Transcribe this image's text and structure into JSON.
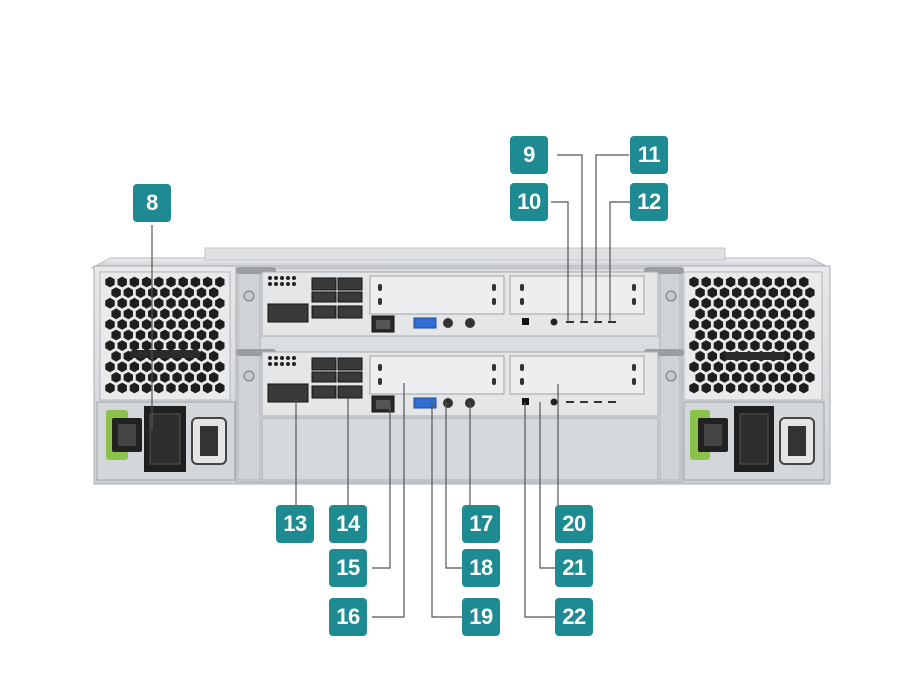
{
  "colors": {
    "badge": "#1e8a92",
    "chassis": "#d9dcdf",
    "vent": "#1e1e1e",
    "leader": "#555555",
    "usb": "#2f6fd1",
    "power_clip": "#8bc34a"
  },
  "labels": [
    {
      "id": "8"
    },
    {
      "id": "9"
    },
    {
      "id": "10"
    },
    {
      "id": "11"
    },
    {
      "id": "12"
    },
    {
      "id": "13"
    },
    {
      "id": "14"
    },
    {
      "id": "15"
    },
    {
      "id": "16"
    },
    {
      "id": "17"
    },
    {
      "id": "18"
    },
    {
      "id": "19"
    },
    {
      "id": "20"
    },
    {
      "id": "21"
    },
    {
      "id": "22"
    }
  ]
}
